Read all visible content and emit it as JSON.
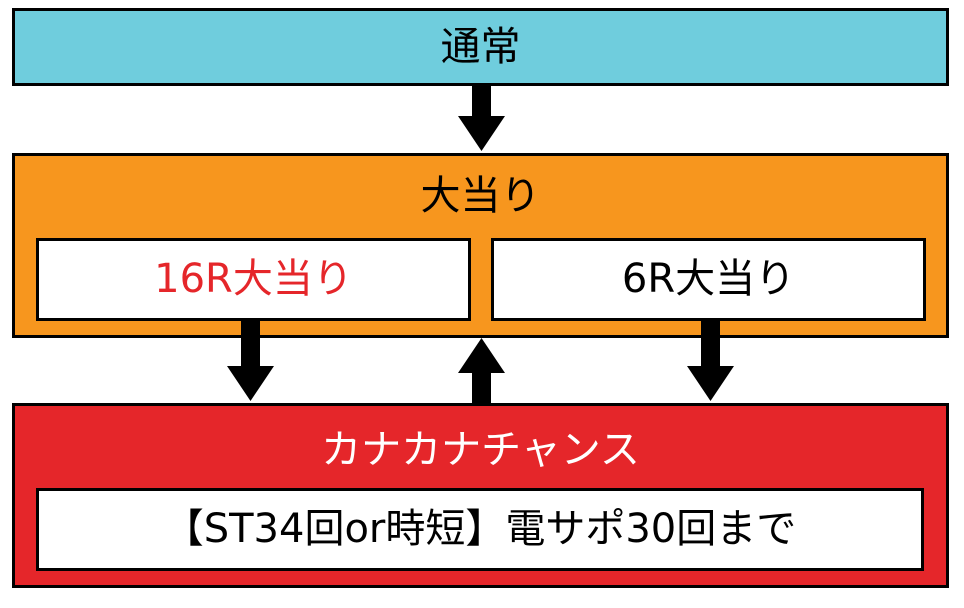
{
  "nodes": {
    "normal": {
      "label": "通常",
      "fill": "#6FCDDD",
      "text_color": "#000000"
    },
    "jackpot": {
      "label": "大当り",
      "fill": "#F7961E",
      "text_color": "#000000"
    },
    "jackpot_16r": {
      "label": "16R大当り",
      "fill": "#FFFFFF",
      "text_color": "#E5262A"
    },
    "jackpot_6r": {
      "label": "6R大当り",
      "fill": "#FFFFFF",
      "text_color": "#000000"
    },
    "kanakana_chance": {
      "label": "カナカナチャンス",
      "fill": "#E5262A",
      "text_color": "#FFFFFF"
    },
    "kanakana_detail": {
      "label": "【ST34回or時短】電サポ30回まで",
      "fill": "#FFFFFF",
      "text_color": "#000000"
    }
  },
  "colors": {
    "border": "#000000",
    "arrow": "#000000"
  }
}
